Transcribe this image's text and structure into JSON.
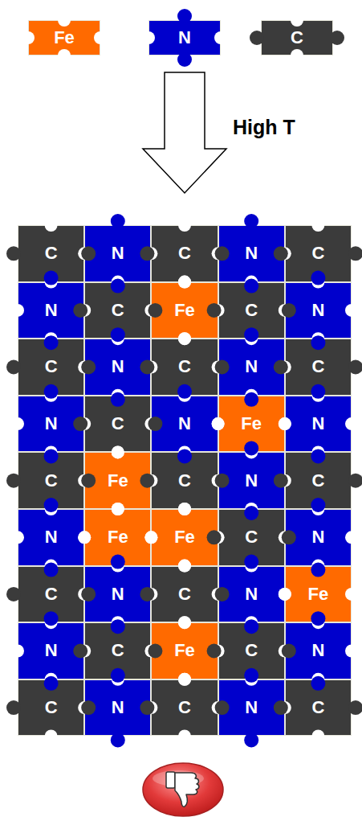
{
  "diagram": {
    "nodes": [
      {
        "text": [
          "Fe"
        ]
      },
      {
        "text": [
          "N"
        ]
      },
      {
        "text": [
          "C"
        ]
      },
      {
        "text": [
          "C"
        ]
      },
      {
        "text": [
          "N"
        ]
      },
      {
        "text": [
          "C"
        ]
      },
      {
        "text": [
          "N"
        ]
      },
      {
        "text": [
          "C"
        ]
      },
      {
        "text": [
          "N"
        ]
      },
      {
        "text": [
          "C"
        ]
      },
      {
        "text": [
          "Fe"
        ]
      },
      {
        "text": [
          "C"
        ]
      },
      {
        "text": [
          "N"
        ]
      },
      {
        "text": [
          "C"
        ]
      },
      {
        "text": [
          "N"
        ]
      },
      {
        "text": [
          "C"
        ]
      },
      {
        "text": [
          "N"
        ]
      },
      {
        "text": [
          "C"
        ]
      },
      {
        "text": [
          "N"
        ]
      },
      {
        "text": [
          "C"
        ]
      },
      {
        "text": [
          "N"
        ]
      },
      {
        "text": [
          "Fe"
        ]
      },
      {
        "text": [
          "N"
        ]
      },
      {
        "text": [
          "C"
        ]
      },
      {
        "text": [
          "Fe"
        ]
      },
      {
        "text": [
          "C"
        ]
      },
      {
        "text": [
          "N"
        ]
      },
      {
        "text": [
          "C"
        ]
      },
      {
        "text": [
          "N"
        ]
      },
      {
        "text": [
          "Fe"
        ]
      },
      {
        "text": [
          "Fe"
        ]
      },
      {
        "text": [
          "C"
        ]
      },
      {
        "text": [
          "N"
        ]
      },
      {
        "text": [
          "C"
        ]
      },
      {
        "text": [
          "N"
        ]
      },
      {
        "text": [
          "C"
        ]
      },
      {
        "text": [
          "N"
        ]
      },
      {
        "text": [
          "Fe"
        ]
      },
      {
        "text": [
          "N"
        ]
      },
      {
        "text": [
          "C"
        ]
      },
      {
        "text": [
          "Fe"
        ]
      },
      {
        "text": [
          "C"
        ]
      },
      {
        "text": [
          "N"
        ]
      },
      {
        "text": [
          "C"
        ]
      },
      {
        "text": [
          "N"
        ]
      },
      {
        "text": [
          "C"
        ]
      },
      {
        "text": [
          "N"
        ]
      },
      {
        "text": [
          "C"
        ]
      }
    ],
    "labels": [
      "High T"
    ]
  }
}
